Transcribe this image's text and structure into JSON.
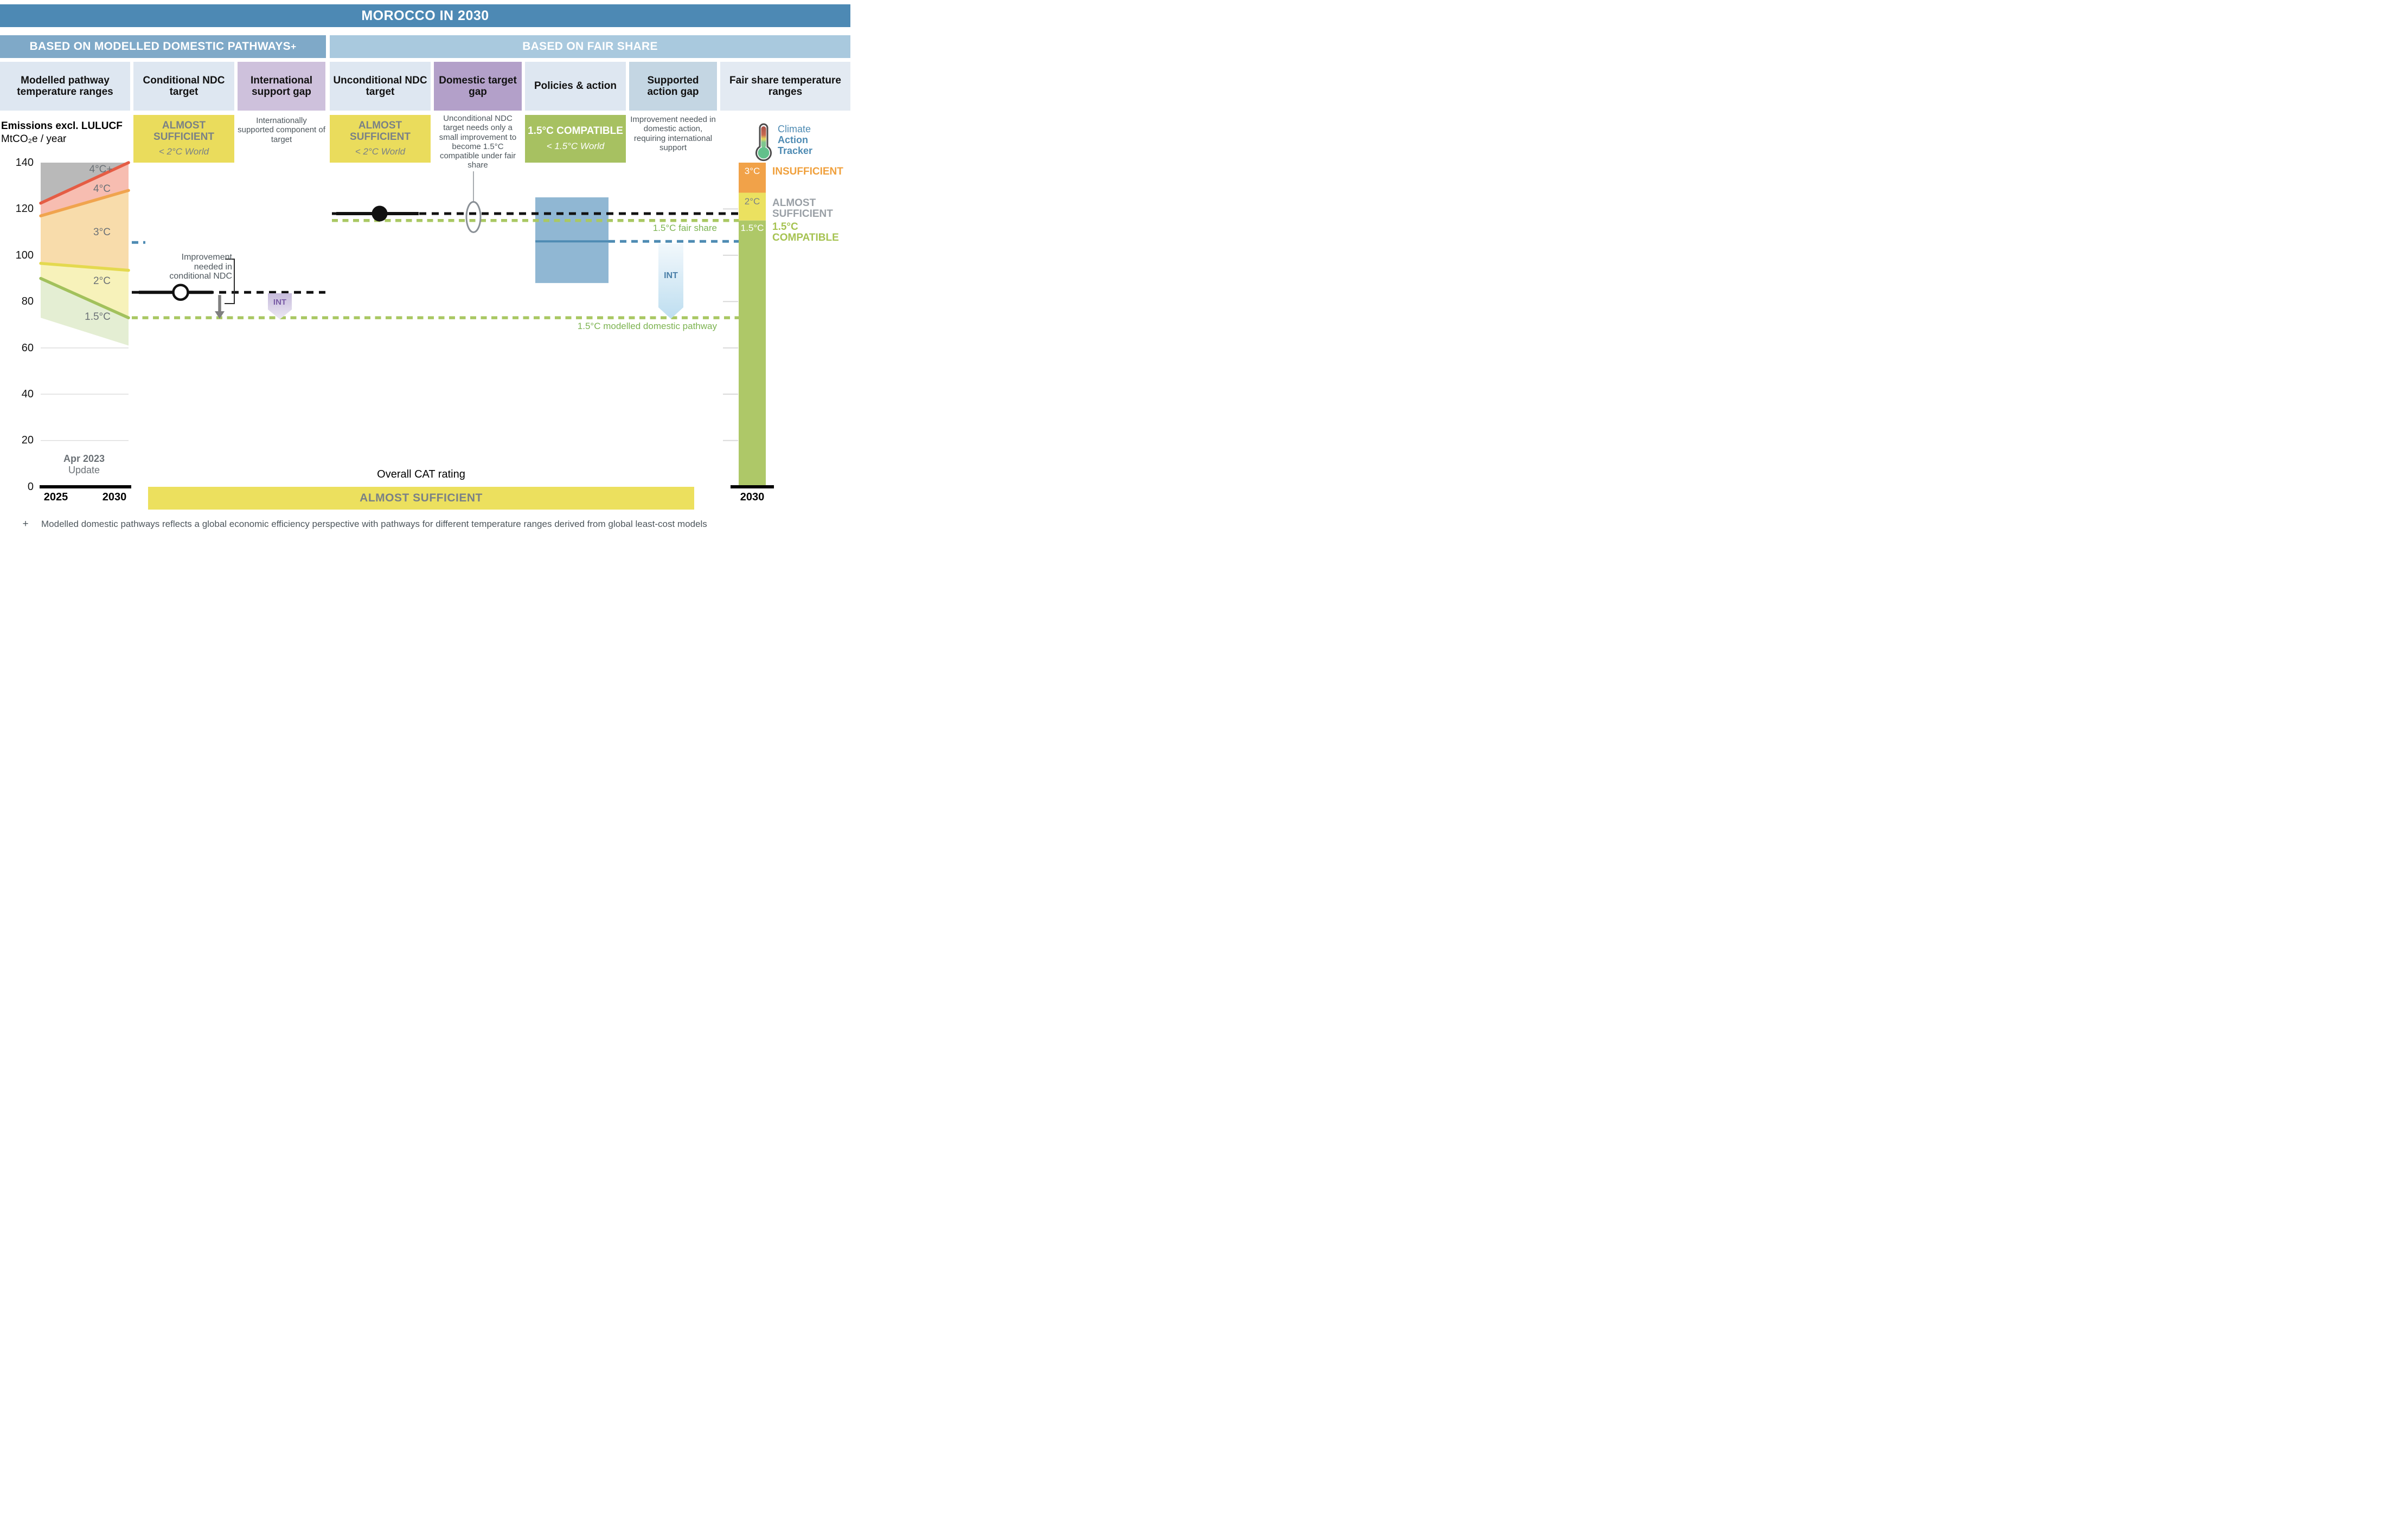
{
  "header": {
    "title": "MOROCCO IN 2030"
  },
  "sections": {
    "left": "BASED ON MODELLED DOMESTIC PATHWAYS",
    "left_marker": "+",
    "right": "BASED ON FAIR SHARE"
  },
  "columns": [
    {
      "label": "Modelled pathway temperature ranges"
    },
    {
      "label": "Conditional NDC target"
    },
    {
      "label": "International support gap"
    },
    {
      "label": "Unconditional NDC target"
    },
    {
      "label": "Domestic target gap"
    },
    {
      "label": "Policies & action"
    },
    {
      "label": "Supported action gap"
    },
    {
      "label": "Fair share temperature ranges"
    }
  ],
  "ratings": {
    "conditional": {
      "rating": "ALMOST SUFFICIENT",
      "world": "< 2°C World"
    },
    "unconditional": {
      "rating": "ALMOST SUFFICIENT",
      "world": "< 2°C World"
    },
    "policies_action": {
      "rating": "1.5°C COMPATIBLE",
      "world": "< 1.5°C World"
    },
    "international_support_note": "Internationally supported component of target",
    "domestic_target_note": "Unconditional NDC target needs only a small improvement to become 1.5°C compatible under fair share",
    "supported_action_note": "Improvement needed in domestic action, requiring international support"
  },
  "logo": {
    "line1": "Climate",
    "line2": "Action",
    "line3": "Tracker"
  },
  "left_chart": {
    "title_bold": "Emissions excl. LULUCF",
    "title_unit": "MtCO₂e / year",
    "y_labels": [
      "140",
      "120",
      "100",
      "80",
      "60",
      "40",
      "20",
      "0"
    ],
    "x_left": "2025",
    "x_right": "2030",
    "update_line1": "Apr 2023",
    "update_line2": "Update"
  },
  "annotations": {
    "improvement_conditional": "Improvement needed in conditional NDC",
    "int_label_international": "INT",
    "int_label_supported": "INT",
    "fair_share_line": "1.5°C fair share",
    "modelled_line": "1.5°C modelled domestic pathway"
  },
  "fair_share_axis": {
    "x_label": "2030",
    "insufficient": "INSUFFICIENT",
    "almost_1": "ALMOST",
    "almost_2": "SUFFICIENT",
    "compatible_1": "1.5°C",
    "compatible_2": "COMPATIBLE"
  },
  "overall": {
    "title": "Overall CAT rating",
    "rating": "ALMOST SUFFICIENT"
  },
  "footnote": {
    "marker": "+",
    "text": "Modelled domestic pathways reflects a global economic efficiency perspective with pathways for different temperature ranges derived from global least-cost models"
  },
  "colors": {
    "rating_yellow": "#eadc5c",
    "rating_green": "#a7c161",
    "rating_orange": "#f1a249",
    "policies_blue": "#4e8bb3",
    "int_purple_text": "#7a5ca6",
    "int_blue_text": "#4a7fa8",
    "green_dash": "#a9c863"
  },
  "chart_data": {
    "type": "area",
    "title": "Morocco in 2030 — CAT emissions rating chart",
    "ylabel": "Emissions excl. LULUCF MtCO2e / year",
    "x": [
      2025,
      2030
    ],
    "ylim": [
      0,
      140
    ],
    "y_ticks": [
      0,
      20,
      40,
      60,
      80,
      100,
      120,
      140
    ],
    "modelled_pathway_bands": [
      {
        "label": "4°C+",
        "upper": [
          140,
          140
        ],
        "lower": [
          122.5,
          140
        ],
        "fill": "#b9b9b9",
        "edge": null
      },
      {
        "label": "4°C",
        "upper": [
          122.5,
          140
        ],
        "lower": [
          117,
          128
        ],
        "fill": "#f7bdb1",
        "edge": "#e55c44"
      },
      {
        "label": "3°C",
        "upper": [
          117,
          128
        ],
        "lower": [
          96.5,
          93.5
        ],
        "fill": "#f8dcab",
        "edge": "#f0a44e"
      },
      {
        "label": "2°C",
        "upper": [
          96.5,
          93.5
        ],
        "lower": [
          90,
          73
        ],
        "fill": "#f7f2ba",
        "edge": "#e4d94f"
      },
      {
        "label": "1.5°C",
        "upper": [
          90,
          73
        ],
        "lower": [
          73,
          61
        ],
        "fill": "#e4eed3",
        "edge": "#a2c15c"
      }
    ],
    "markers_2030": {
      "conditional_ndc_target": 84,
      "unconditional_ndc_target": 118,
      "modelled_domestic_pathway_1p5": 73,
      "fair_share_1p5": 115,
      "policies_action_range": {
        "min": 88,
        "max": 125,
        "central": 106
      }
    },
    "fair_share_bar_segments": [
      {
        "label": "3°C",
        "from": 127,
        "to": 140,
        "color": "#f1a249",
        "rating": "INSUFFICIENT"
      },
      {
        "label": "2°C",
        "from": 115,
        "to": 127,
        "color": "#ebe160",
        "rating": "ALMOST SUFFICIENT"
      },
      {
        "label": "1.5°C",
        "from": 0,
        "to": 115,
        "color": "#aec868",
        "rating": "1.5°C COMPATIBLE"
      }
    ]
  }
}
